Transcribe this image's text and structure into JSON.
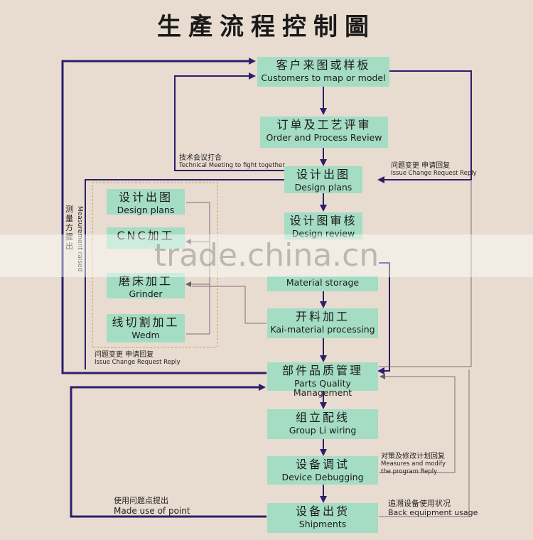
{
  "title": "生產流程控制圖",
  "steps": {
    "customers": {
      "cn": "客户来图或样板",
      "en": "Customers to map or model"
    },
    "order": {
      "cn": "订单及工艺评审",
      "en": "Order and Process Review"
    },
    "design": {
      "cn": "设计出图",
      "en": "Design plans"
    },
    "design_review": {
      "cn": "设计图审核",
      "en": "Design review"
    },
    "material": {
      "cn": "",
      "en": "Material storage"
    },
    "kai": {
      "cn": "开料加工",
      "en": "Kai-material processing"
    },
    "parts": {
      "cn": "部件品质管理",
      "en": "Parts Quality Management"
    },
    "group": {
      "cn": "组立配线",
      "en": "Group Li wiring"
    },
    "debug": {
      "cn": "设备调试",
      "en": "Device Debugging"
    },
    "ship": {
      "cn": "设备出货",
      "en": "Shipments"
    }
  },
  "sub_steps": {
    "design": {
      "cn": "设计出图",
      "en": "Design plans"
    },
    "cnc": {
      "cn": "CNC加工",
      "en": ""
    },
    "grinder": {
      "cn": "磨床加工",
      "en": "Grinder"
    },
    "wedm": {
      "cn": "线切割加工",
      "en": "Wedm"
    }
  },
  "notes": {
    "tech_cn": "技术会议打合",
    "tech_en": "Technical Meeting to fight together",
    "issue_right_cn": "问题变更 申请回复",
    "issue_right_en": "Issue Change Request Reply",
    "issue_left_cn": "问题变更 申请回复",
    "issue_left_en": "Issue Change Request Reply",
    "measures_cn": "对策及修改计划回复",
    "measures_en1": "Measures and modify",
    "measures_en2": "the program Reply",
    "made_cn": "使用问题点提出",
    "made_en": "Made use of point",
    "back_cn": "追溯设备使用状况",
    "back_en": "Back equipment usage",
    "vertical_cn": "测量方提出",
    "vertical_en": "Measurement raised"
  },
  "watermark": "trade.china.cn",
  "colors": {
    "box": "#a5dcc4",
    "line_dark": "#2b1f6b",
    "line_light": "#8a7f8a",
    "background": "#e8dcd0"
  }
}
